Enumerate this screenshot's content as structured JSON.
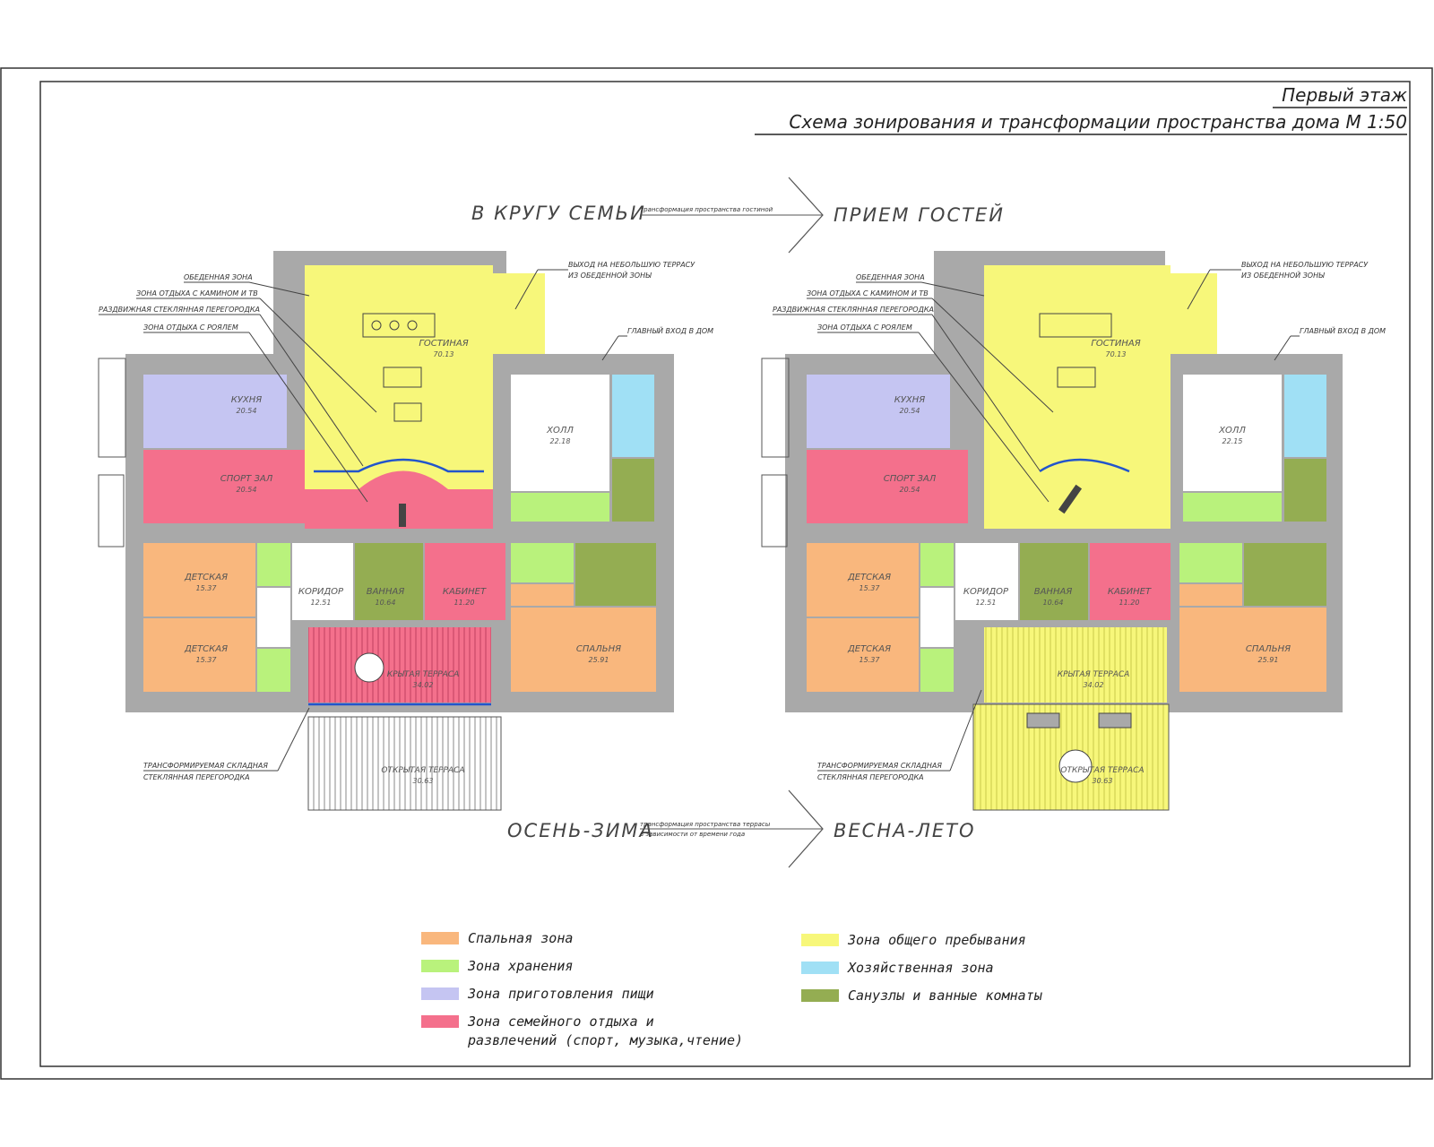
{
  "header": {
    "floor_title": "Первый этаж",
    "scheme_title": "Схема зонирования и трансформации пространства дома М 1:50"
  },
  "scenarios": {
    "top_left": "В КРУГУ СЕМЬИ",
    "top_note": "трансформация пространства гостиной",
    "top_right": "ПРИЕМ ГОСТЕЙ",
    "bottom_left": "ОСЕНЬ-ЗИМА",
    "bottom_note_1": "трансформация пространства террасы",
    "bottom_note_2": "в зависимости от времени года",
    "bottom_right": "ВЕСНА-ЛЕТО"
  },
  "callouts": {
    "dining": "ОБЕДЕННАЯ ЗОНА",
    "fireplace": "ЗОНА ОТДЫХА С КАМИНОМ И ТВ",
    "partition": "РАЗДВИЖНАЯ СТЕКЛЯННАЯ ПЕРЕГОРОДКА",
    "piano": "ЗОНА ОТДЫХА С РОЯЛЕМ",
    "exit_1": "ВЫХОД НА НЕБОЛЬШУЮ ТЕРРАСУ",
    "exit_2": "ИЗ ОБЕДЕННОЙ ЗОНЫ",
    "entrance": "ГЛАВНЫЙ ВХОД В ДОМ",
    "terrace_1": "ТРАНСФОРМИРУЕМАЯ СКЛАДНАЯ",
    "terrace_2": "СТЕКЛЯННАЯ ПЕРЕГОРОДКА"
  },
  "rooms": {
    "living": "ГОСТИНАЯ",
    "living_area": "70.13",
    "kitchen": "КУХНЯ",
    "kitchen_area": "20.54",
    "gym": "СПОРТ ЗАЛ",
    "gym_area": "20.54",
    "hall": "ХОЛЛ",
    "hall_area_left": "22.18",
    "hall_area_right": "22.15",
    "child": "ДЕТСКАЯ",
    "child_area": "15.37",
    "corridor": "КОРИДОР",
    "corridor_area": "12.51",
    "bath": "ВАННАЯ",
    "bath_area": "10.64",
    "study": "КАБИНЕТ",
    "study_area": "11.20",
    "bedroom": "СПАЛЬНЯ",
    "bedroom_area": "25.91",
    "covered_terrace": "КРЫТАЯ ТЕРРАСА",
    "covered_area": "34.02",
    "open_terrace": "ОТКРЫТАЯ ТЕРРАСА",
    "open_area": "30.63"
  },
  "legend": [
    {
      "label": "Спальная зона",
      "color": "#f9b77d"
    },
    {
      "label": "Зона хранения",
      "color": "#b9f27c"
    },
    {
      "label": "Зона приготовления пищи",
      "color": "#c5c5f2"
    },
    {
      "label": "Зона семейного отдыха и",
      "label2": "развлечений (спорт, музыка,чтение)",
      "color": "#f4708c"
    },
    {
      "label": "Зона общего пребывания",
      "color": "#f7f77a"
    },
    {
      "label": "Хозяйственная зона",
      "color": "#a0e0f5"
    },
    {
      "label": "Санузлы и ванные комнаты",
      "color": "#94ad52"
    }
  ],
  "colors": {
    "wall": "#a9a9a9",
    "sleep": "#f9b77d",
    "storage": "#b9f27c",
    "kitchen": "#c5c5f2",
    "family": "#f4708c",
    "common": "#f7f77a",
    "utility": "#a0e0f5",
    "wet": "#94ad52"
  }
}
